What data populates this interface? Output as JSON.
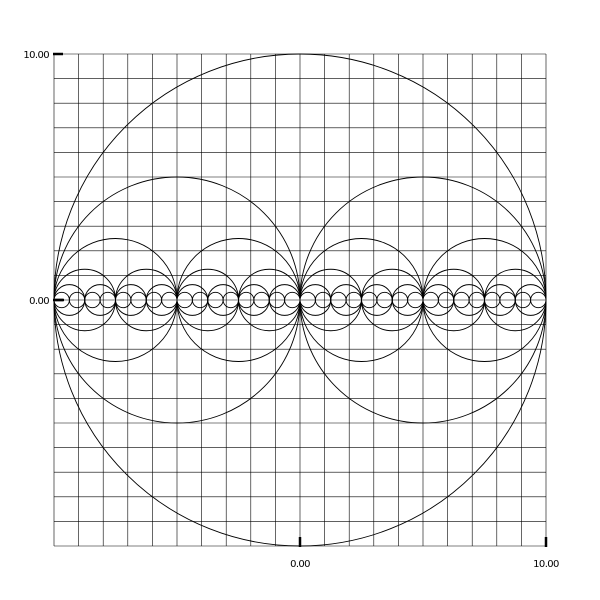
{
  "chart_data": {
    "type": "diagram",
    "description_visible": "recursive nested circles on a square grid",
    "xlim": [
      -10,
      10
    ],
    "ylim": [
      -10,
      10
    ],
    "grid": true,
    "grid_divisions": 20,
    "recursion_levels": 6,
    "x_tick_labels": [
      {
        "value": 0,
        "text": "0.00"
      },
      {
        "value": 10,
        "text": "10.00"
      }
    ],
    "y_tick_labels": [
      {
        "value": 10,
        "text": "10.00"
      },
      {
        "value": 0,
        "text": "0.00"
      }
    ],
    "stroke_color": "#000000",
    "background_color": "#ffffff"
  }
}
